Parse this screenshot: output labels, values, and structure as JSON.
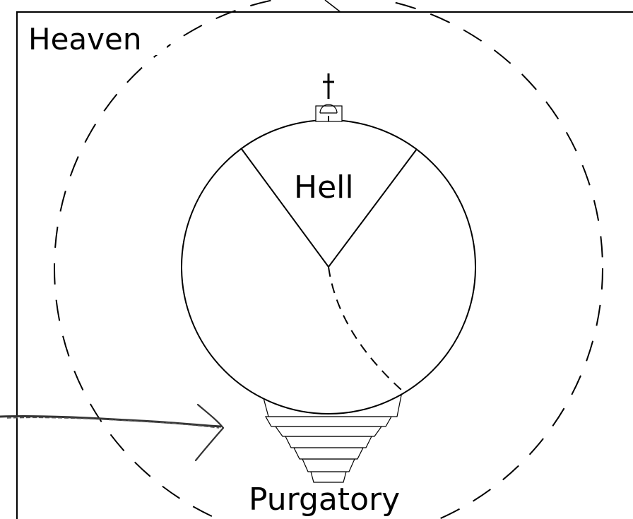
{
  "labels": {
    "heaven": "Heaven",
    "hell": "Hell",
    "purgatory": "Purgatory"
  },
  "colors": {
    "ink": "#000000",
    "paper": "#ffffff",
    "arrow": "#333333"
  }
}
